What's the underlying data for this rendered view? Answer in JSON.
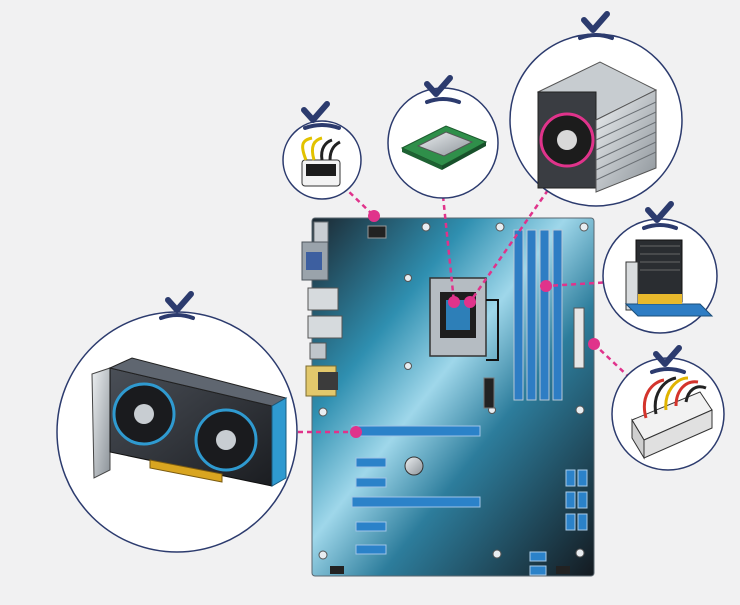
{
  "diagram": {
    "background_color": "#f1f1f2",
    "check_color": "#2c3b6e",
    "circle_fill": "#ffffff",
    "circle_stroke": "#2c3b6e",
    "connector_color": "#e0338b",
    "components": [
      {
        "name": "eps-power-connector",
        "icon": "eps-8pin-connector-icon",
        "checked": true
      },
      {
        "name": "cpu",
        "icon": "cpu-chip-icon",
        "checked": true
      },
      {
        "name": "cpu-cooler",
        "icon": "cpu-cooler-icon",
        "checked": true
      },
      {
        "name": "memory-module",
        "icon": "dimm-memory-icon",
        "checked": true
      },
      {
        "name": "atx-power-connector",
        "icon": "atx-24pin-connector-icon",
        "checked": true
      },
      {
        "name": "graphics-card",
        "icon": "graphics-card-icon",
        "checked": true
      }
    ]
  }
}
